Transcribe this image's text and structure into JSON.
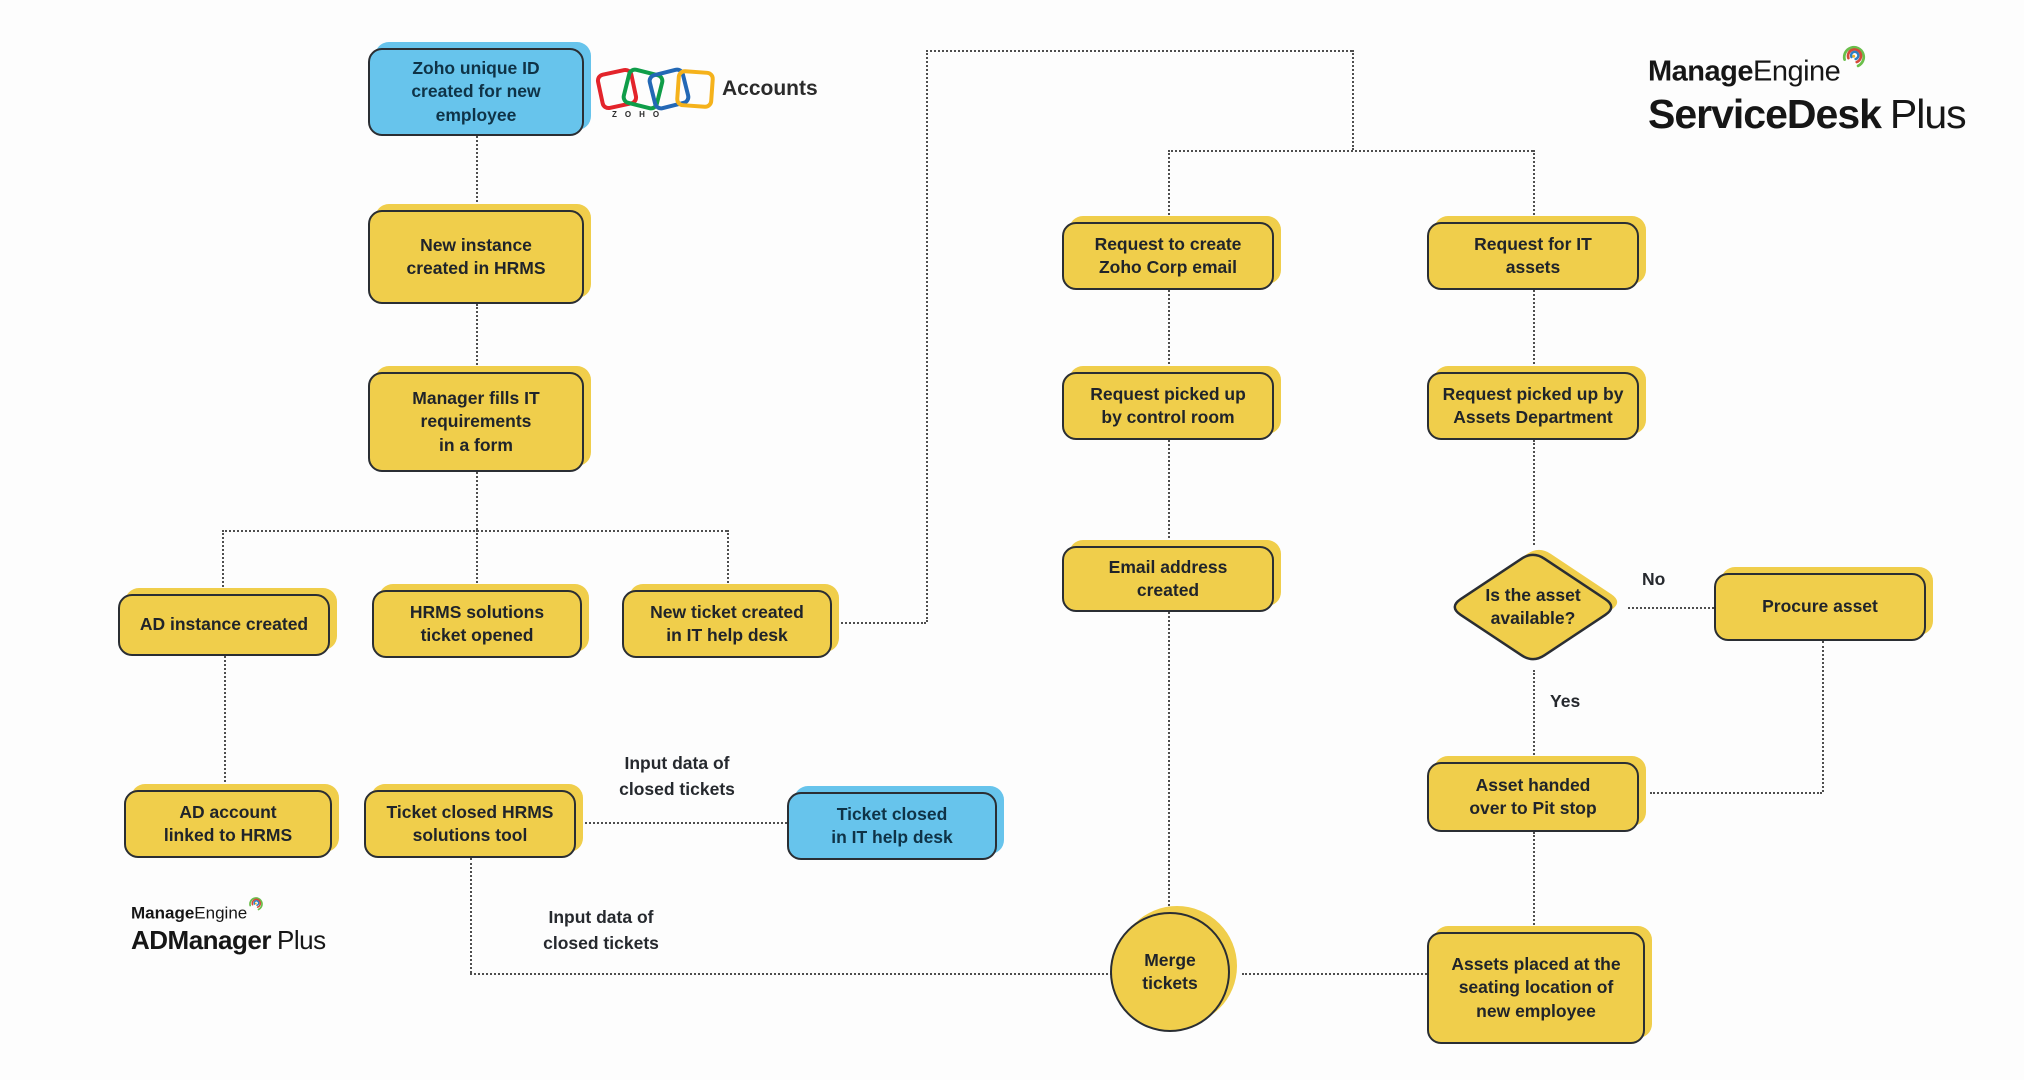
{
  "nodes": {
    "zoho_unique_id": {
      "label": "Zoho unique ID\ncreated for new\nemployee",
      "type": "start-terminal"
    },
    "new_instance_hrms": {
      "label": "New instance\ncreated in HRMS",
      "type": "process"
    },
    "manager_fills_form": {
      "label": "Manager fills IT\nrequirements\nin a form",
      "type": "process"
    },
    "ad_instance_created": {
      "label": "AD instance created",
      "type": "process"
    },
    "hrms_ticket_opened": {
      "label": "HRMS solutions\nticket opened",
      "type": "process"
    },
    "new_ticket_helpdesk": {
      "label": "New ticket created\nin IT help desk",
      "type": "process"
    },
    "ad_account_linked": {
      "label": "AD account\nlinked to HRMS",
      "type": "process"
    },
    "ticket_closed_hrms": {
      "label": "Ticket closed HRMS\nsolutions tool",
      "type": "process"
    },
    "ticket_closed_helpdesk": {
      "label": "Ticket closed\nin IT help desk",
      "type": "end-terminal"
    },
    "request_create_email": {
      "label": "Request to create\nZoho Corp email",
      "type": "process"
    },
    "request_it_assets": {
      "label": "Request for IT\nassets",
      "type": "process"
    },
    "request_control_room": {
      "label": "Request picked up\nby control room",
      "type": "process"
    },
    "request_assets_dept": {
      "label": "Request picked up by\nAssets Department",
      "type": "process"
    },
    "email_created": {
      "label": "Email address\ncreated",
      "type": "process"
    },
    "asset_available": {
      "label": "Is the asset\navailable?",
      "type": "decision"
    },
    "procure_asset": {
      "label": "Procure asset",
      "type": "process"
    },
    "asset_handed_pitstop": {
      "label": "Asset handed\nover to Pit stop",
      "type": "process"
    },
    "merge_tickets": {
      "label": "Merge\ntickets",
      "type": "merge"
    },
    "assets_placed": {
      "label": "Assets placed at the\nseating location of\nnew employee",
      "type": "process"
    }
  },
  "edge_labels": {
    "input_data_top": "Input data of\nclosed tickets",
    "input_data_bottom": "Input data of\nclosed tickets",
    "yes": "Yes",
    "no": "No"
  },
  "branding": {
    "zoho_accounts": {
      "wordmark": "ZOHO",
      "product": "Accounts"
    },
    "servicedesk_plus": {
      "brand_bold": "Manage",
      "brand_light": "Engine",
      "product_bold": "ServiceDesk",
      "product_light": "Plus"
    },
    "admanager_plus": {
      "brand_bold": "Manage",
      "brand_light": "Engine",
      "product_bold": "ADManager",
      "product_light": "Plus"
    }
  },
  "colors": {
    "process_fill": "#F0CE4B",
    "terminal_fill": "#67C4EC",
    "outline": "#2A2E33",
    "connector_dots": "#4E4E4E",
    "zoho_red": "#E3242B",
    "zoho_green": "#0F9D49",
    "zoho_blue": "#2368B5",
    "zoho_yellow": "#F5B21B"
  }
}
